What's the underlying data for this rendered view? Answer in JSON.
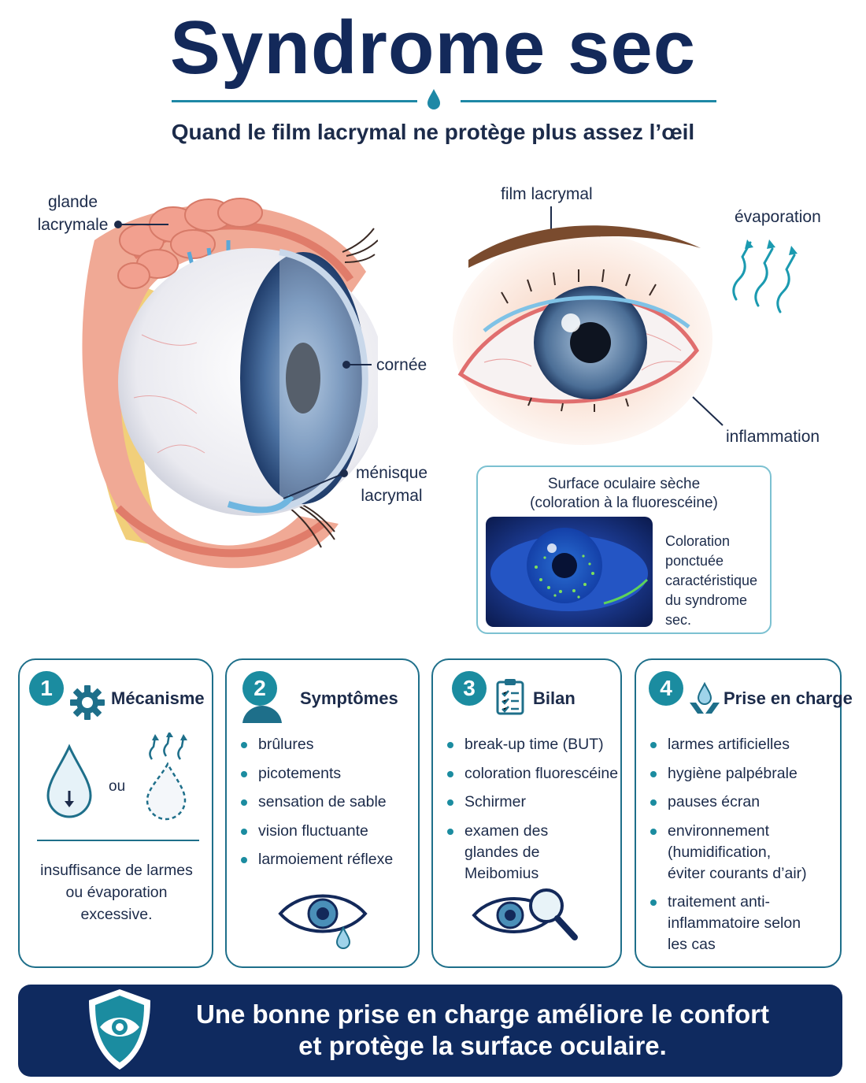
{
  "header": {
    "title": "Syndrome sec",
    "subtitle": "Quand le film lacrymal ne protège plus assez l’œil"
  },
  "anatomy_labels": {
    "gland": "glande lacrymale",
    "cornea": "cornée",
    "meniscus": "ménisque lacrymal",
    "tear_film": "film lacrymal",
    "evaporation": "évaporation",
    "inflammation": "inflammation"
  },
  "fluorescein": {
    "title_line1": "Surface oculaire sèche",
    "title_line2": "(coloration à la fluorescéine)",
    "caption": "Coloration ponctuée caractéristique du syndrome sec."
  },
  "cards": [
    {
      "number": "1",
      "title": "Mécanisme",
      "icon": "gear-icon",
      "or_label": "ou",
      "caption": "insuffisance de larmes ou évaporation excessive."
    },
    {
      "number": "2",
      "title": "Symptômes",
      "icon": "person-icon",
      "bullets": [
        "brûlures",
        "picotements",
        "sensation de sable",
        "vision fluctuante",
        "larmoiement réflexe"
      ]
    },
    {
      "number": "3",
      "title": "Bilan",
      "icon": "clipboard-icon",
      "bullets": [
        "break-up time (BUT)",
        "coloration fluorescéine",
        "Schirmer",
        "examen des glandes de Meibomius"
      ]
    },
    {
      "number": "4",
      "title": "Prise en charge",
      "icon": "hands-drop-icon",
      "bullets": [
        "larmes artificielles",
        "hygiène palpébrale",
        "pauses écran",
        "environnement (humidification, éviter courants d’air)",
        "traitement anti-inflammatoire selon les cas"
      ]
    }
  ],
  "banner": {
    "text_line1": "Une bonne prise en charge améliore le confort",
    "text_line2": "et protège la surface oculaire.",
    "icon": "shield-eye-icon"
  },
  "colors": {
    "navy": "#13295a",
    "teal": "#1b8ca0",
    "banner": "#0f2a5f"
  }
}
